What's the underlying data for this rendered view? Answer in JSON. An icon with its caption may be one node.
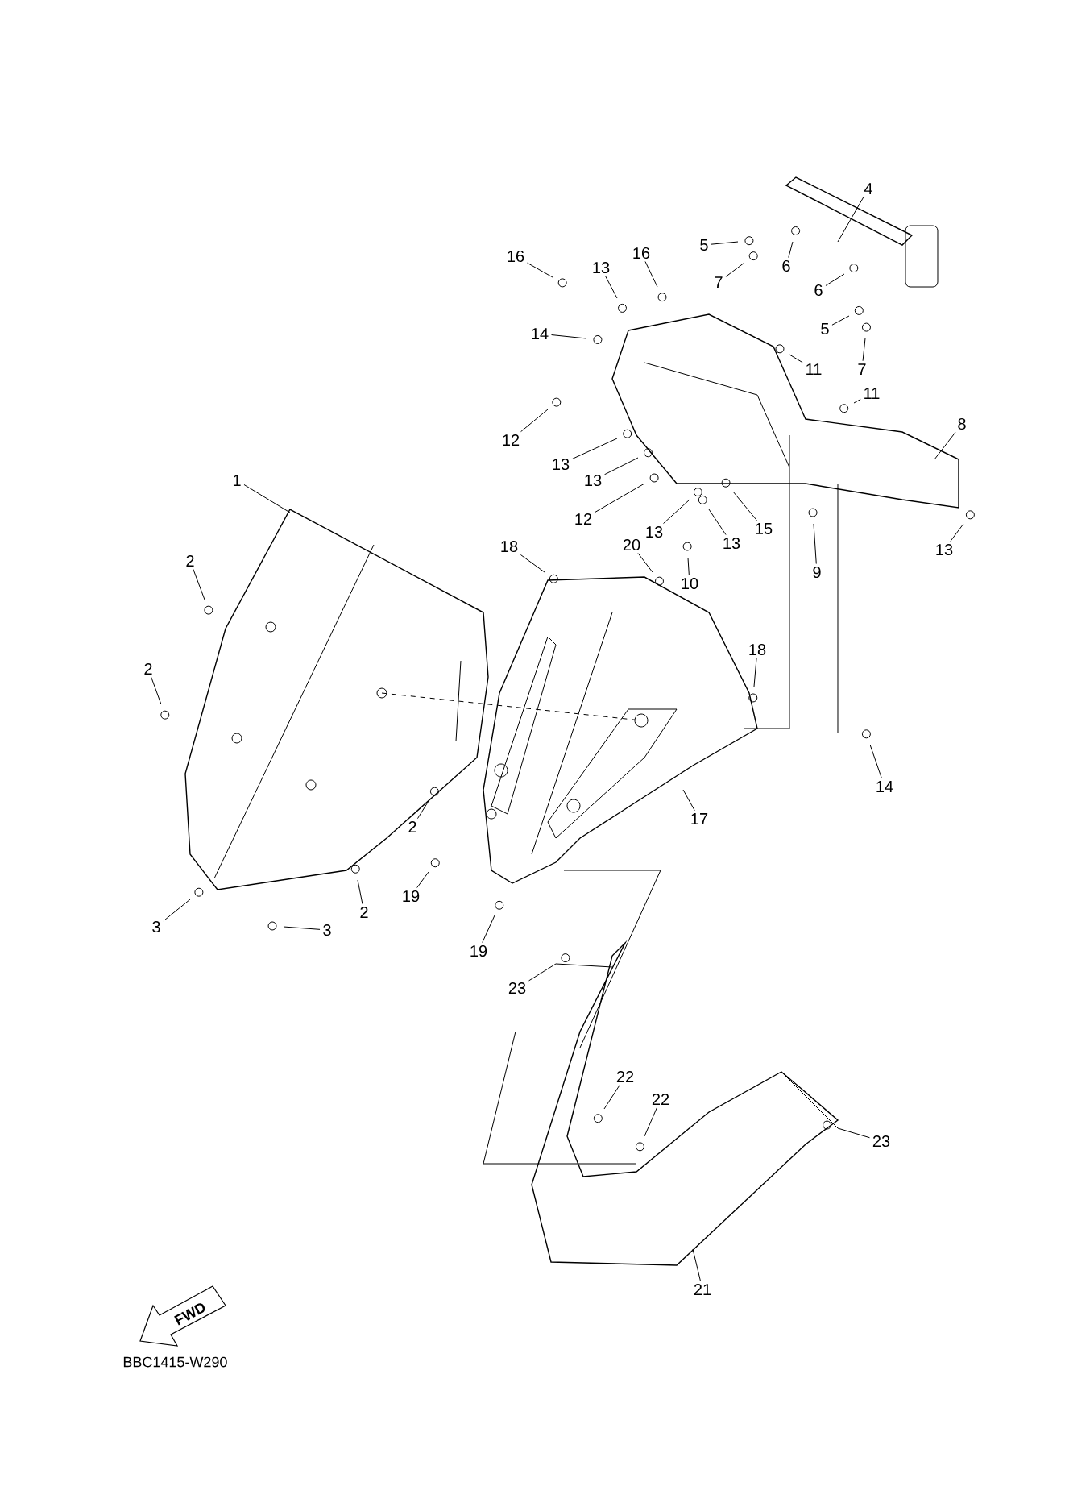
{
  "diagram": {
    "nodes": [
      {
        "text": [
          "1"
        ]
      },
      {
        "text": [
          "2"
        ]
      },
      {
        "text": [
          "2"
        ]
      },
      {
        "text": [
          "3"
        ]
      },
      {
        "text": [
          "3"
        ]
      },
      {
        "text": [
          "2"
        ]
      },
      {
        "text": [
          "2"
        ]
      },
      {
        "text": [
          "19"
        ]
      },
      {
        "text": [
          "19"
        ]
      },
      {
        "text": [
          "18"
        ]
      },
      {
        "text": [
          "20"
        ]
      },
      {
        "text": [
          "18"
        ]
      },
      {
        "text": [
          "17"
        ]
      },
      {
        "text": [
          "4"
        ]
      },
      {
        "text": [
          "5"
        ]
      },
      {
        "text": [
          "7"
        ]
      },
      {
        "text": [
          "6"
        ]
      },
      {
        "text": [
          "6"
        ]
      },
      {
        "text": [
          "5"
        ]
      },
      {
        "text": [
          "7"
        ]
      },
      {
        "text": [
          "16"
        ]
      },
      {
        "text": [
          "13"
        ]
      },
      {
        "text": [
          "16"
        ]
      },
      {
        "text": [
          "14"
        ]
      },
      {
        "text": [
          "11"
        ]
      },
      {
        "text": [
          "11"
        ]
      },
      {
        "text": [
          "8"
        ]
      },
      {
        "text": [
          "12"
        ]
      },
      {
        "text": [
          "13"
        ]
      },
      {
        "text": [
          "13"
        ]
      },
      {
        "text": [
          "12"
        ]
      },
      {
        "text": [
          "13"
        ]
      },
      {
        "text": [
          "13"
        ]
      },
      {
        "text": [
          "15"
        ]
      },
      {
        "text": [
          "10"
        ]
      },
      {
        "text": [
          "9"
        ]
      },
      {
        "text": [
          "13"
        ]
      },
      {
        "text": [
          "14"
        ]
      },
      {
        "text": [
          "23"
        ]
      },
      {
        "text": [
          "22"
        ]
      },
      {
        "text": [
          "22"
        ]
      },
      {
        "text": [
          "23"
        ]
      },
      {
        "text": [
          "21"
        ]
      }
    ],
    "edges": [
      {
        "from": 0,
        "to": null,
        "arrow": "none"
      },
      {
        "from": 1,
        "to": null,
        "arrow": "none"
      },
      {
        "from": 2,
        "to": null,
        "arrow": "none"
      },
      {
        "from": 3,
        "to": null,
        "arrow": "none"
      },
      {
        "from": 4,
        "to": null,
        "arrow": "none"
      },
      {
        "from": 5,
        "to": null,
        "arrow": "none"
      },
      {
        "from": 6,
        "to": null,
        "arrow": "none"
      },
      {
        "from": 7,
        "to": null,
        "arrow": "none"
      },
      {
        "from": 8,
        "to": null,
        "arrow": "none"
      },
      {
        "from": 9,
        "to": null,
        "arrow": "none"
      },
      {
        "from": 10,
        "to": null,
        "arrow": "none"
      },
      {
        "from": 11,
        "to": null,
        "arrow": "none"
      },
      {
        "from": 12,
        "to": null,
        "arrow": "none"
      },
      {
        "from": 13,
        "to": null,
        "arrow": "none"
      },
      {
        "from": 14,
        "to": null,
        "arrow": "none"
      },
      {
        "from": 15,
        "to": null,
        "arrow": "none"
      },
      {
        "from": 16,
        "to": null,
        "arrow": "none"
      },
      {
        "from": 17,
        "to": null,
        "arrow": "none"
      },
      {
        "from": 18,
        "to": null,
        "arrow": "none"
      },
      {
        "from": 19,
        "to": null,
        "arrow": "none"
      },
      {
        "from": 20,
        "to": null,
        "arrow": "none"
      },
      {
        "from": 21,
        "to": null,
        "arrow": "none"
      },
      {
        "from": 22,
        "to": null,
        "arrow": "none"
      },
      {
        "from": 23,
        "to": null,
        "arrow": "none"
      },
      {
        "from": 24,
        "to": null,
        "arrow": "none"
      },
      {
        "from": 25,
        "to": null,
        "arrow": "none"
      },
      {
        "from": 26,
        "to": null,
        "arrow": "none"
      },
      {
        "from": 27,
        "to": null,
        "arrow": "none"
      },
      {
        "from": 28,
        "to": null,
        "arrow": "none"
      },
      {
        "from": 29,
        "to": null,
        "arrow": "none"
      },
      {
        "from": 30,
        "to": null,
        "arrow": "none"
      },
      {
        "from": 31,
        "to": null,
        "arrow": "none"
      },
      {
        "from": 32,
        "to": null,
        "arrow": "none"
      },
      {
        "from": 33,
        "to": null,
        "arrow": "none"
      },
      {
        "from": 34,
        "to": null,
        "arrow": "none"
      },
      {
        "from": 35,
        "to": null,
        "arrow": "none"
      },
      {
        "from": 36,
        "to": null,
        "arrow": "none"
      },
      {
        "from": 37,
        "to": null,
        "arrow": "none"
      },
      {
        "from": 38,
        "to": null,
        "arrow": "none"
      },
      {
        "from": 39,
        "to": null,
        "arrow": "none"
      },
      {
        "from": 40,
        "to": null,
        "arrow": "none"
      },
      {
        "from": 41,
        "to": null,
        "arrow": "none"
      },
      {
        "from": 42,
        "to": null,
        "arrow": "none"
      }
    ],
    "labels": [
      "FWD",
      "BBC1415-W290"
    ]
  }
}
